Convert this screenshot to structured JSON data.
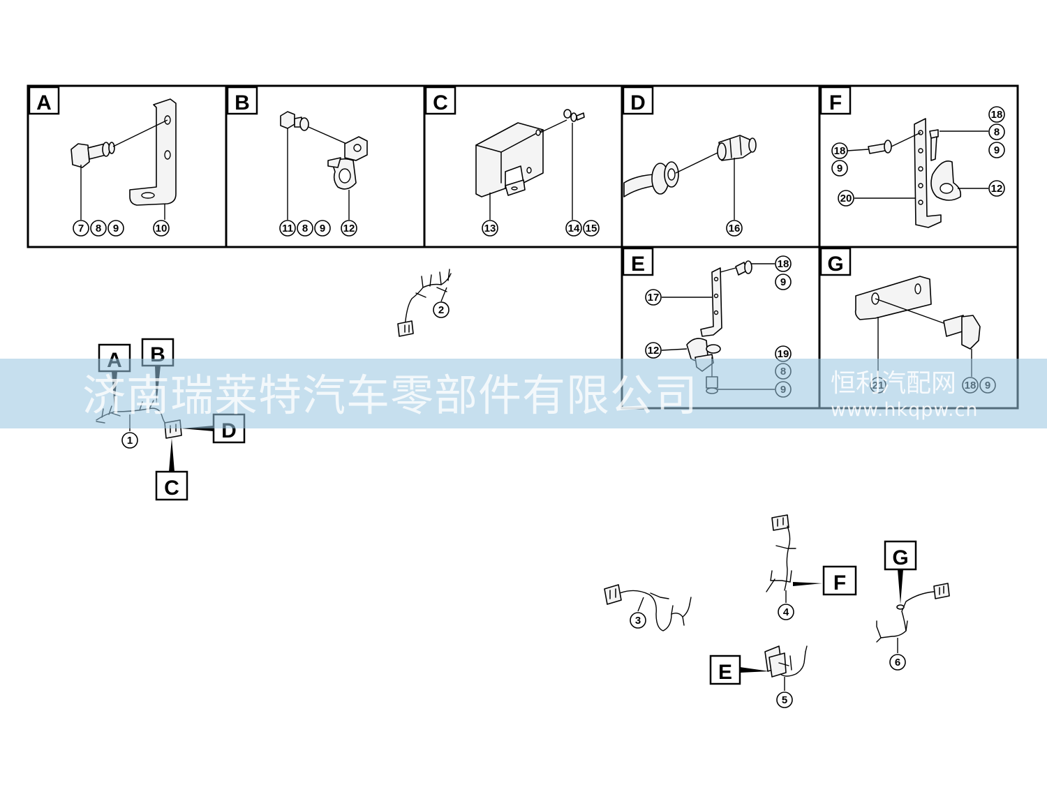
{
  "panels": {
    "A": {
      "letter": "A",
      "callouts": [
        "7",
        "8",
        "9",
        "10"
      ]
    },
    "B": {
      "letter": "B",
      "callouts": [
        "11",
        "8",
        "9",
        "12"
      ]
    },
    "C": {
      "letter": "C",
      "callouts": [
        "13",
        "14",
        "15"
      ]
    },
    "D": {
      "letter": "D",
      "callouts": [
        "16"
      ]
    },
    "F": {
      "letter": "F",
      "callouts": [
        "18",
        "8",
        "9",
        "18",
        "9",
        "20",
        "12"
      ]
    },
    "E": {
      "letter": "E",
      "callouts": [
        "18",
        "9",
        "17",
        "12",
        "19",
        "8",
        "9"
      ]
    },
    "G": {
      "letter": "G",
      "callouts": [
        "21",
        "18",
        "9"
      ]
    }
  },
  "assemblies": {
    "a1": {
      "callout": "1",
      "tags": [
        "A",
        "B",
        "C",
        "D"
      ]
    },
    "a2": {
      "callout": "2"
    },
    "a3": {
      "callout": "3"
    },
    "a4": {
      "callout": "4",
      "tags": [
        "F"
      ]
    },
    "a5": {
      "callout": "5",
      "tags": [
        "E"
      ]
    },
    "a6": {
      "callout": "6",
      "tags": [
        "G"
      ]
    }
  },
  "watermark": {
    "main": "济南瑞莱特汽车零部件有限公司",
    "brand": "恒利汽配网",
    "url": "www.hkqpw.cn"
  },
  "colors": {
    "watermark_band": "#97c4e0",
    "line": "#000000"
  }
}
